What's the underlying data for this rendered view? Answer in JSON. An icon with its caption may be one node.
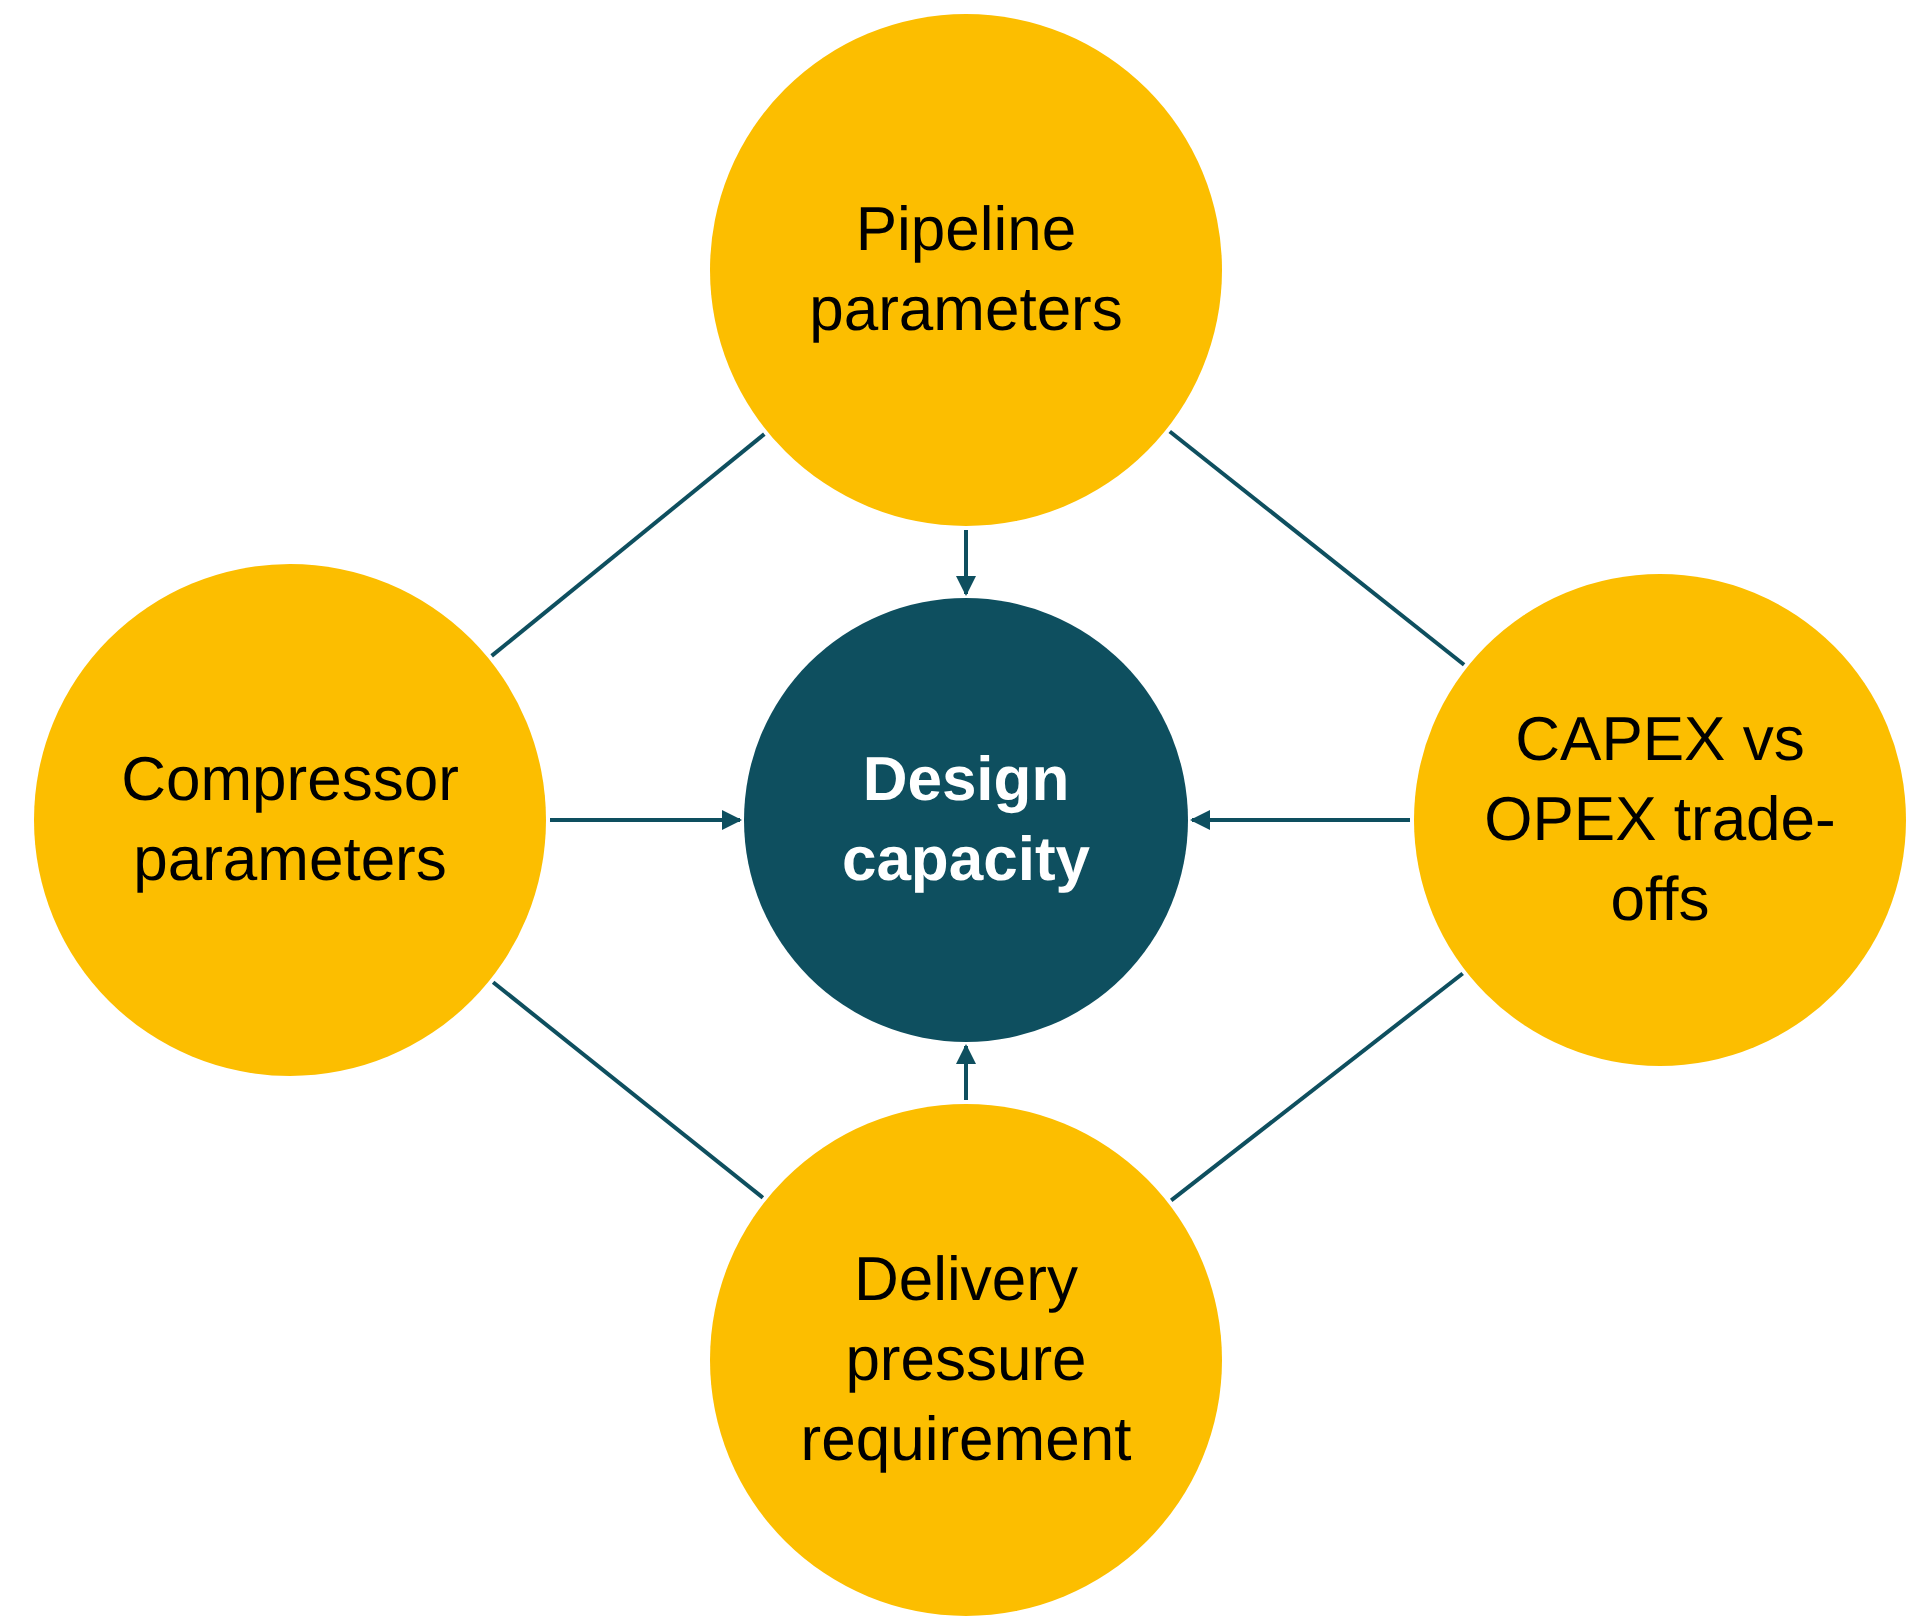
{
  "diagram": {
    "nodes": [
      {
        "text": [
          "Pipeline parameters"
        ]
      },
      {
        "text": [
          "Compressor parameters"
        ]
      },
      {
        "text": [
          "Design capacity"
        ]
      },
      {
        "text": [
          "CAPEX vs OPEX trade-offs"
        ]
      },
      {
        "text": [
          "Delivery pressure requirement"
        ]
      }
    ],
    "edges": [
      {
        "from": 0,
        "to": 2,
        "arrow": "to"
      },
      {
        "from": 1,
        "to": 2,
        "arrow": "to"
      },
      {
        "from": 3,
        "to": 2,
        "arrow": "to"
      },
      {
        "from": 4,
        "to": 2,
        "arrow": "to"
      },
      {
        "from": 0,
        "to": 1,
        "arrow": "none"
      },
      {
        "from": 0,
        "to": 3,
        "arrow": "none"
      },
      {
        "from": 1,
        "to": 4,
        "arrow": "none"
      },
      {
        "from": 3,
        "to": 4,
        "arrow": "none"
      }
    ]
  }
}
